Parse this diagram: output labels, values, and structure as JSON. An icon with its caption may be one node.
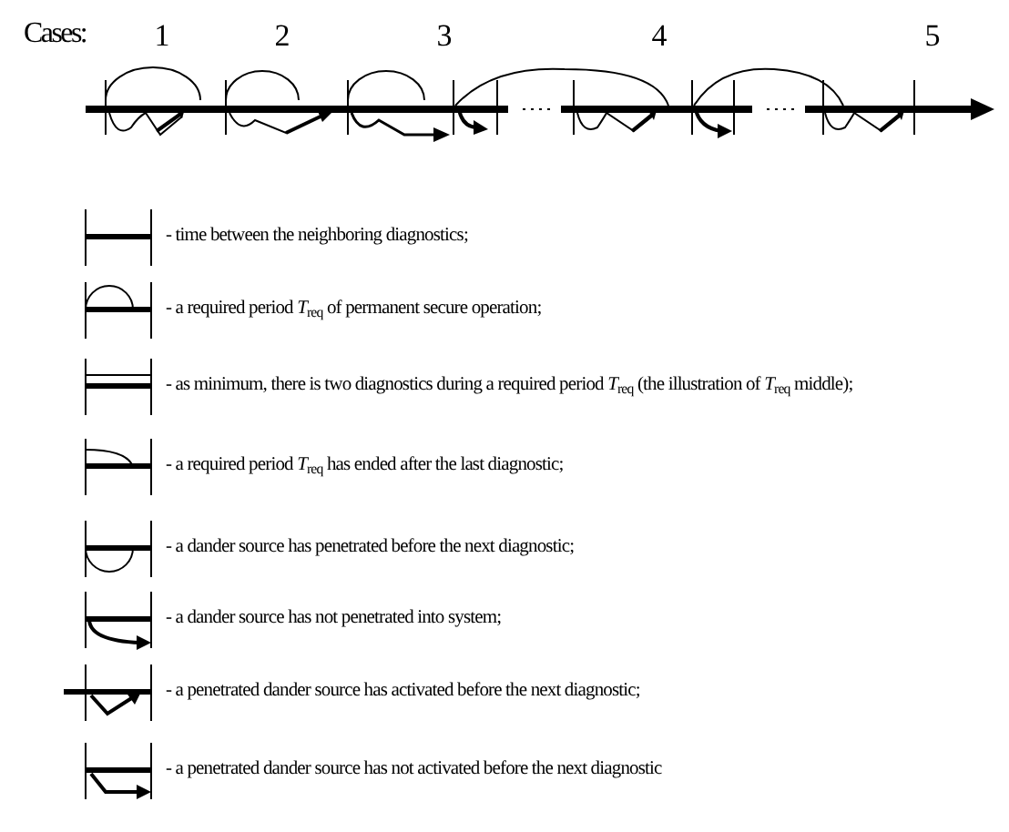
{
  "diagram": {
    "labels": [
      "Cases:",
      "1",
      "2",
      "3",
      "4",
      "5"
    ],
    "legend": [
      {
        "text": "- time between the neighboring diagnostics;"
      },
      {
        "text": "- a required period *T*$_{req}$ of permanent secure operation;"
      },
      {
        "text": "- as minimum, there is two diagnostics during a required period *T*$_{req}$ (the illustration of *T*$_{req}$ middle);"
      },
      {
        "text": "- a required period *T*$_{req}$ has ended after the last diagnostic;"
      },
      {
        "text": "- a dander source has penetrated before the next diagnostic;"
      },
      {
        "text": "- a dander source has not penetrated into system;"
      },
      {
        "text": "- a penetrated dander source has activated before the next diagnostic;"
      },
      {
        "text": "- a penetrated dander source has not activated before the next diagnostic"
      }
    ]
  }
}
